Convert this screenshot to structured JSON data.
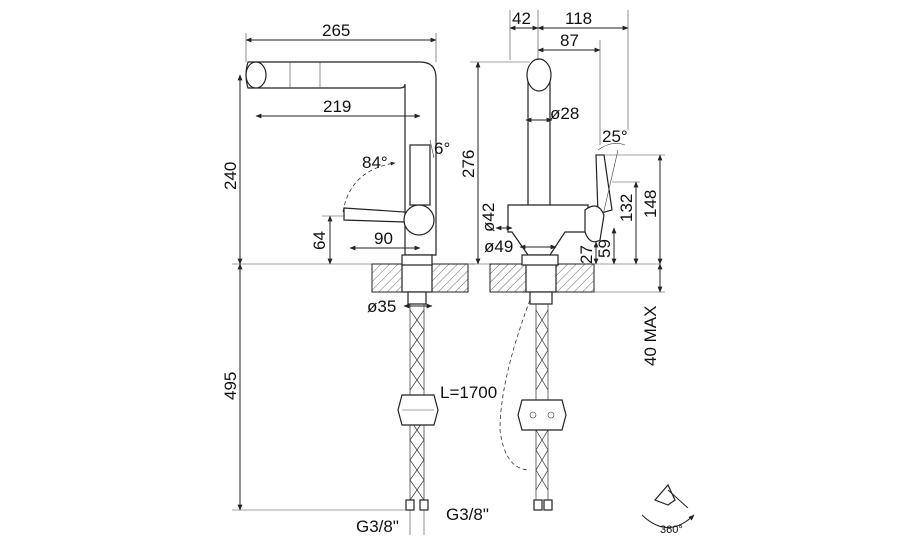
{
  "side_view": {
    "dims": {
      "width_total": "265",
      "reach": "219",
      "height": "240",
      "angle_head": "6°",
      "angle_lever": "84°",
      "lever_offset": "90",
      "lever_height": "64",
      "base_dia": "ø35",
      "hose_length": "495",
      "thread_left": "G3/8\"",
      "thread_right": "G3/8\""
    },
    "labels": {
      "pull_out_length": "L=1700"
    }
  },
  "front_view": {
    "dims": {
      "top_offset": "42",
      "top_total": "118",
      "spout_reach": "87",
      "spout_dia": "ø28",
      "angle_spray": "25°",
      "height_total": "276",
      "side_132": "132",
      "side_148": "148",
      "side_59": "59",
      "side_27": "27",
      "body_dia": "ø42",
      "base_dia": "ø49",
      "max_thickness": "40 MAX"
    }
  },
  "rotation": {
    "label": "360°"
  }
}
